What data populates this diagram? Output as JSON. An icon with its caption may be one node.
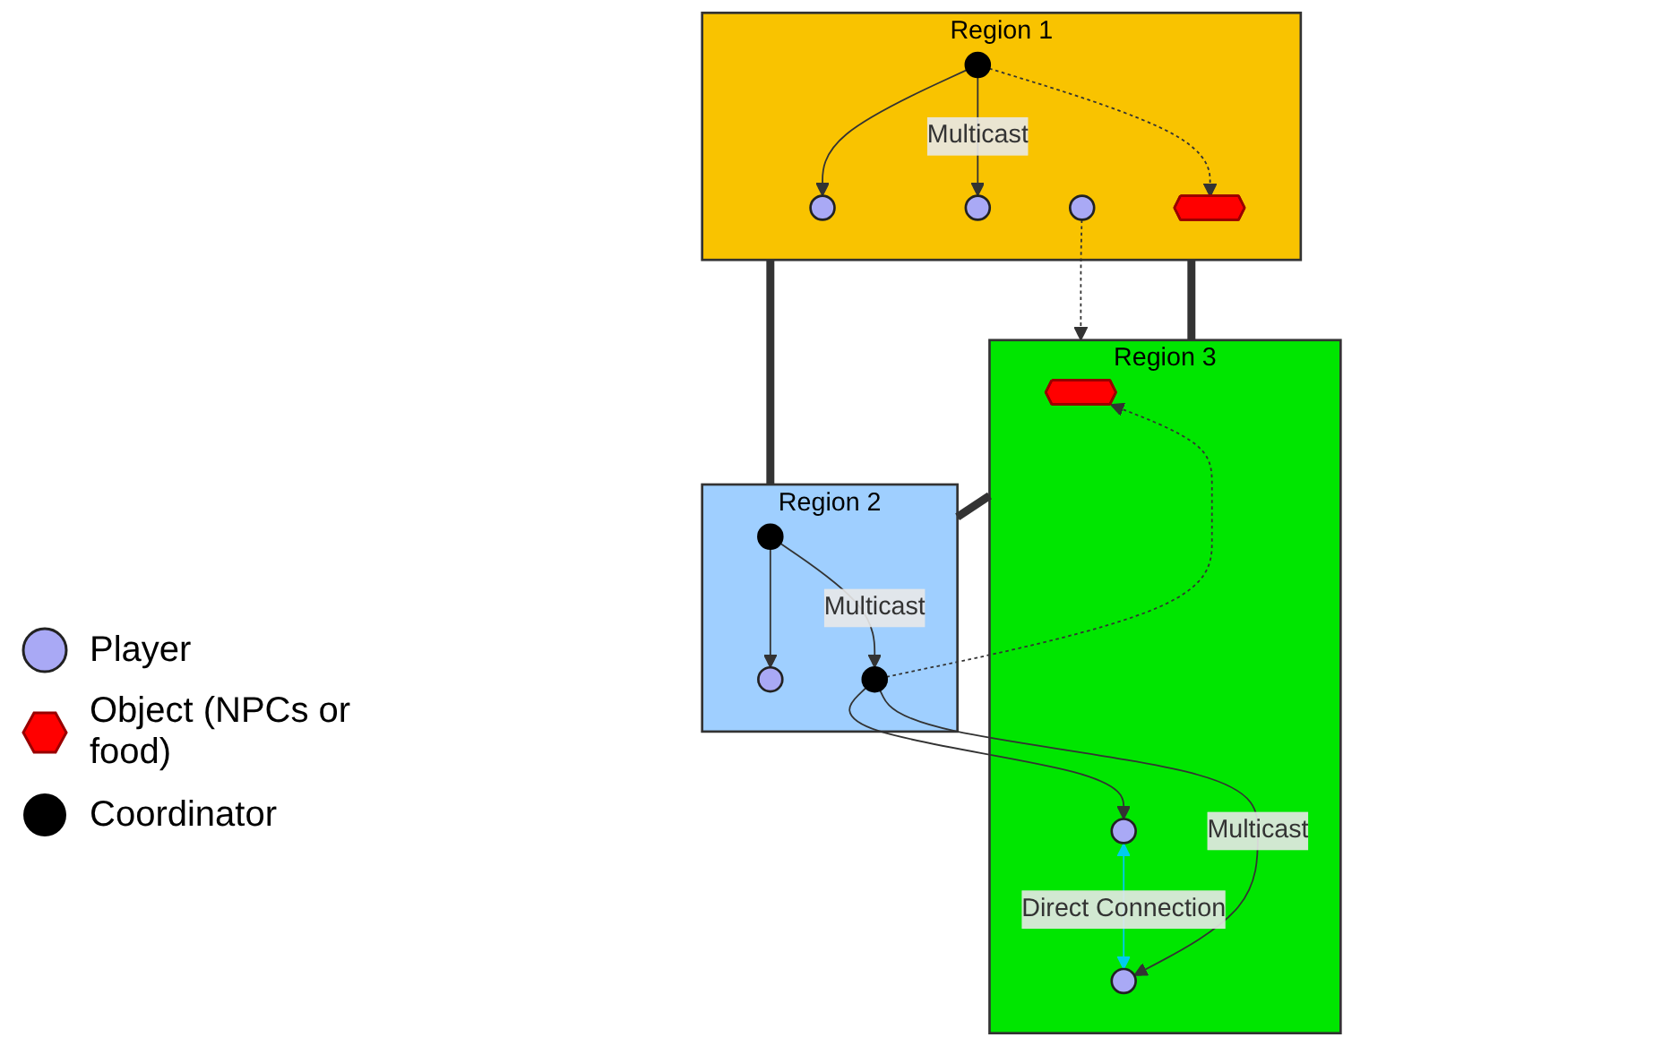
{
  "diagram": {
    "nodes": [
      {
        "text": [
          "Region 1"
        ]
      },
      {
        "text": [],
        "shape": "circle",
        "in": 0
      },
      {
        "text": [],
        "shape": "circle",
        "in": 0
      },
      {
        "text": [],
        "shape": "circle",
        "in": 0
      },
      {
        "text": [],
        "shape": "circle",
        "in": 0
      },
      {
        "text": [],
        "shape": "hexagon",
        "in": 0
      },
      {
        "text": [
          "Region 3"
        ]
      },
      {
        "text": [],
        "shape": "hexagon",
        "in": 6
      },
      {
        "text": [],
        "shape": "circle",
        "in": 6
      },
      {
        "text": [],
        "shape": "circle",
        "in": 6
      },
      {
        "text": [
          "Region 2"
        ]
      },
      {
        "text": [],
        "shape": "circle",
        "in": 10
      },
      {
        "text": [],
        "shape": "circle",
        "in": 10
      },
      {
        "text": [],
        "shape": "circle",
        "in": 10
      }
    ],
    "edges": [
      {
        "from": 4,
        "to": 1,
        "arrow": "to"
      },
      {
        "from": 4,
        "to": 2,
        "arrow": "to",
        "label": "Multicast"
      },
      {
        "from": 4,
        "to": 5,
        "arrow": "to",
        "style": "dashed"
      },
      {
        "from": 3,
        "to": 6,
        "arrow": "to",
        "style": "dashed"
      },
      {
        "from": 0,
        "to": 6,
        "arrow": "none",
        "style": "thick"
      },
      {
        "from": 0,
        "to": 10,
        "arrow": "none",
        "style": "thick"
      },
      {
        "from": 6,
        "to": 10,
        "arrow": "none",
        "style": "thick"
      },
      {
        "from": 8,
        "to": 9,
        "arrow": "both",
        "label": "Direct Connection",
        "color": "#00ccee"
      },
      {
        "from": 11,
        "to": 12,
        "arrow": "to"
      },
      {
        "from": 11,
        "to": 13,
        "arrow": "to",
        "label": "Multicast"
      },
      {
        "from": 13,
        "to": 7,
        "arrow": "to",
        "style": "dashed"
      },
      {
        "from": 13,
        "to": 8,
        "arrow": "to"
      },
      {
        "from": 13,
        "to": 9,
        "arrow": "to",
        "label": "Multicast"
      }
    ],
    "legend": [
      {
        "text": "Player"
      },
      {
        "text": "Object (NPCs or food)"
      },
      {
        "text": "Coordinator"
      }
    ]
  }
}
